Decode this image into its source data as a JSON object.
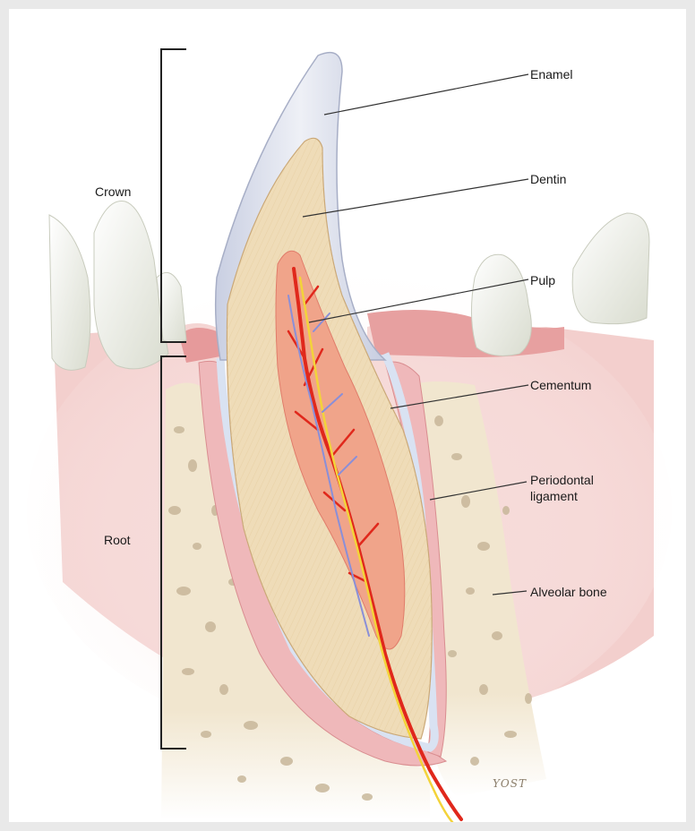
{
  "labels": {
    "crown": "Crown",
    "root": "Root",
    "enamel": "Enamel",
    "dentin": "Dentin",
    "pulp": "Pulp",
    "cementum": "Cementum",
    "periodontal_line1": "Periodontal",
    "periodontal_line2": "ligament",
    "alveolar_bone": "Alveolar bone"
  },
  "signature": "YOST",
  "colors": {
    "enamel": "#dfe3ee",
    "dentin": "#efdcb8",
    "pulp": "#f0a48a",
    "gum": "#f2c6c4",
    "bone": "#f1e6cf",
    "vessel_red": "#e0281c",
    "nerve_yellow": "#f3d33a",
    "vein_blue": "#8a8fd8"
  }
}
